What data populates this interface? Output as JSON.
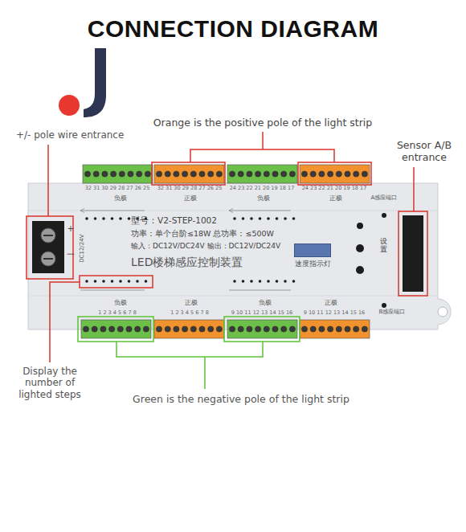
{
  "diagram": {
    "title": "CONNECTION DIAGRAM",
    "nodes": [
      {
        "text": [
          "速度指示灯"
        ]
      }
    ],
    "labels": [
      "+/- pole wire entrance",
      "Orange is the positive pole of the light strip",
      "Sensor A/B entrance",
      "Display the number of lighted steps",
      "Green is the negative pole of the light strip",
      "32 31 30 29 28 27 26 25",
      "32 31 30 29 28 27 26 25",
      "24 23 22 21 20 19 18 17",
      "24 23 22 21 20 19 18 17",
      "负极",
      "正极",
      "负极",
      "正极",
      "A感应端口",
      "+",
      "一",
      "DC12/24V",
      "型号：V2-STEP-1002",
      "功率：单个台阶≤18W 总功率：≤500W",
      "输入：DC12V/DC24V 输出：DC12V/DC24V",
      "LED楼梯感应控制装置",
      "设置",
      "负极",
      "正极",
      "负极",
      "正极",
      "B感应端口",
      "1 2 3 4 5 6 7 8",
      "1 2 3 4 5 6 7 8",
      "9 10 11 12 13 14 15 16",
      "9 10 11 12 13 14 15 16"
    ]
  }
}
